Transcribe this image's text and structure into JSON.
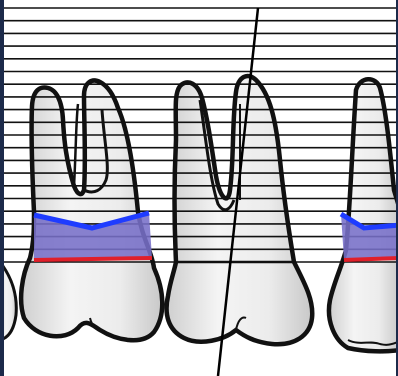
{
  "diagram": {
    "subject": "dental-roots-with-horizontal-reference-lines",
    "line_count": 21,
    "colors": {
      "background": "#1c2a4a",
      "paper": "#ffffff",
      "tooth_fill": "#ececec",
      "tooth_stroke": "#111111",
      "reference_lines": "#111111",
      "band_fill": "#7770c8",
      "band_top_edge": "#1f3cff",
      "band_bottom_edge": "#e01f2a",
      "cej_line": "#111111",
      "axis_line": "#000000"
    },
    "elements": [
      "left-partial-tooth",
      "two-root-molar",
      "axis-tooth",
      "right-partial-tooth",
      "reference-lines",
      "tooth-axis-line",
      "attachment-band-left",
      "attachment-band-right"
    ]
  }
}
